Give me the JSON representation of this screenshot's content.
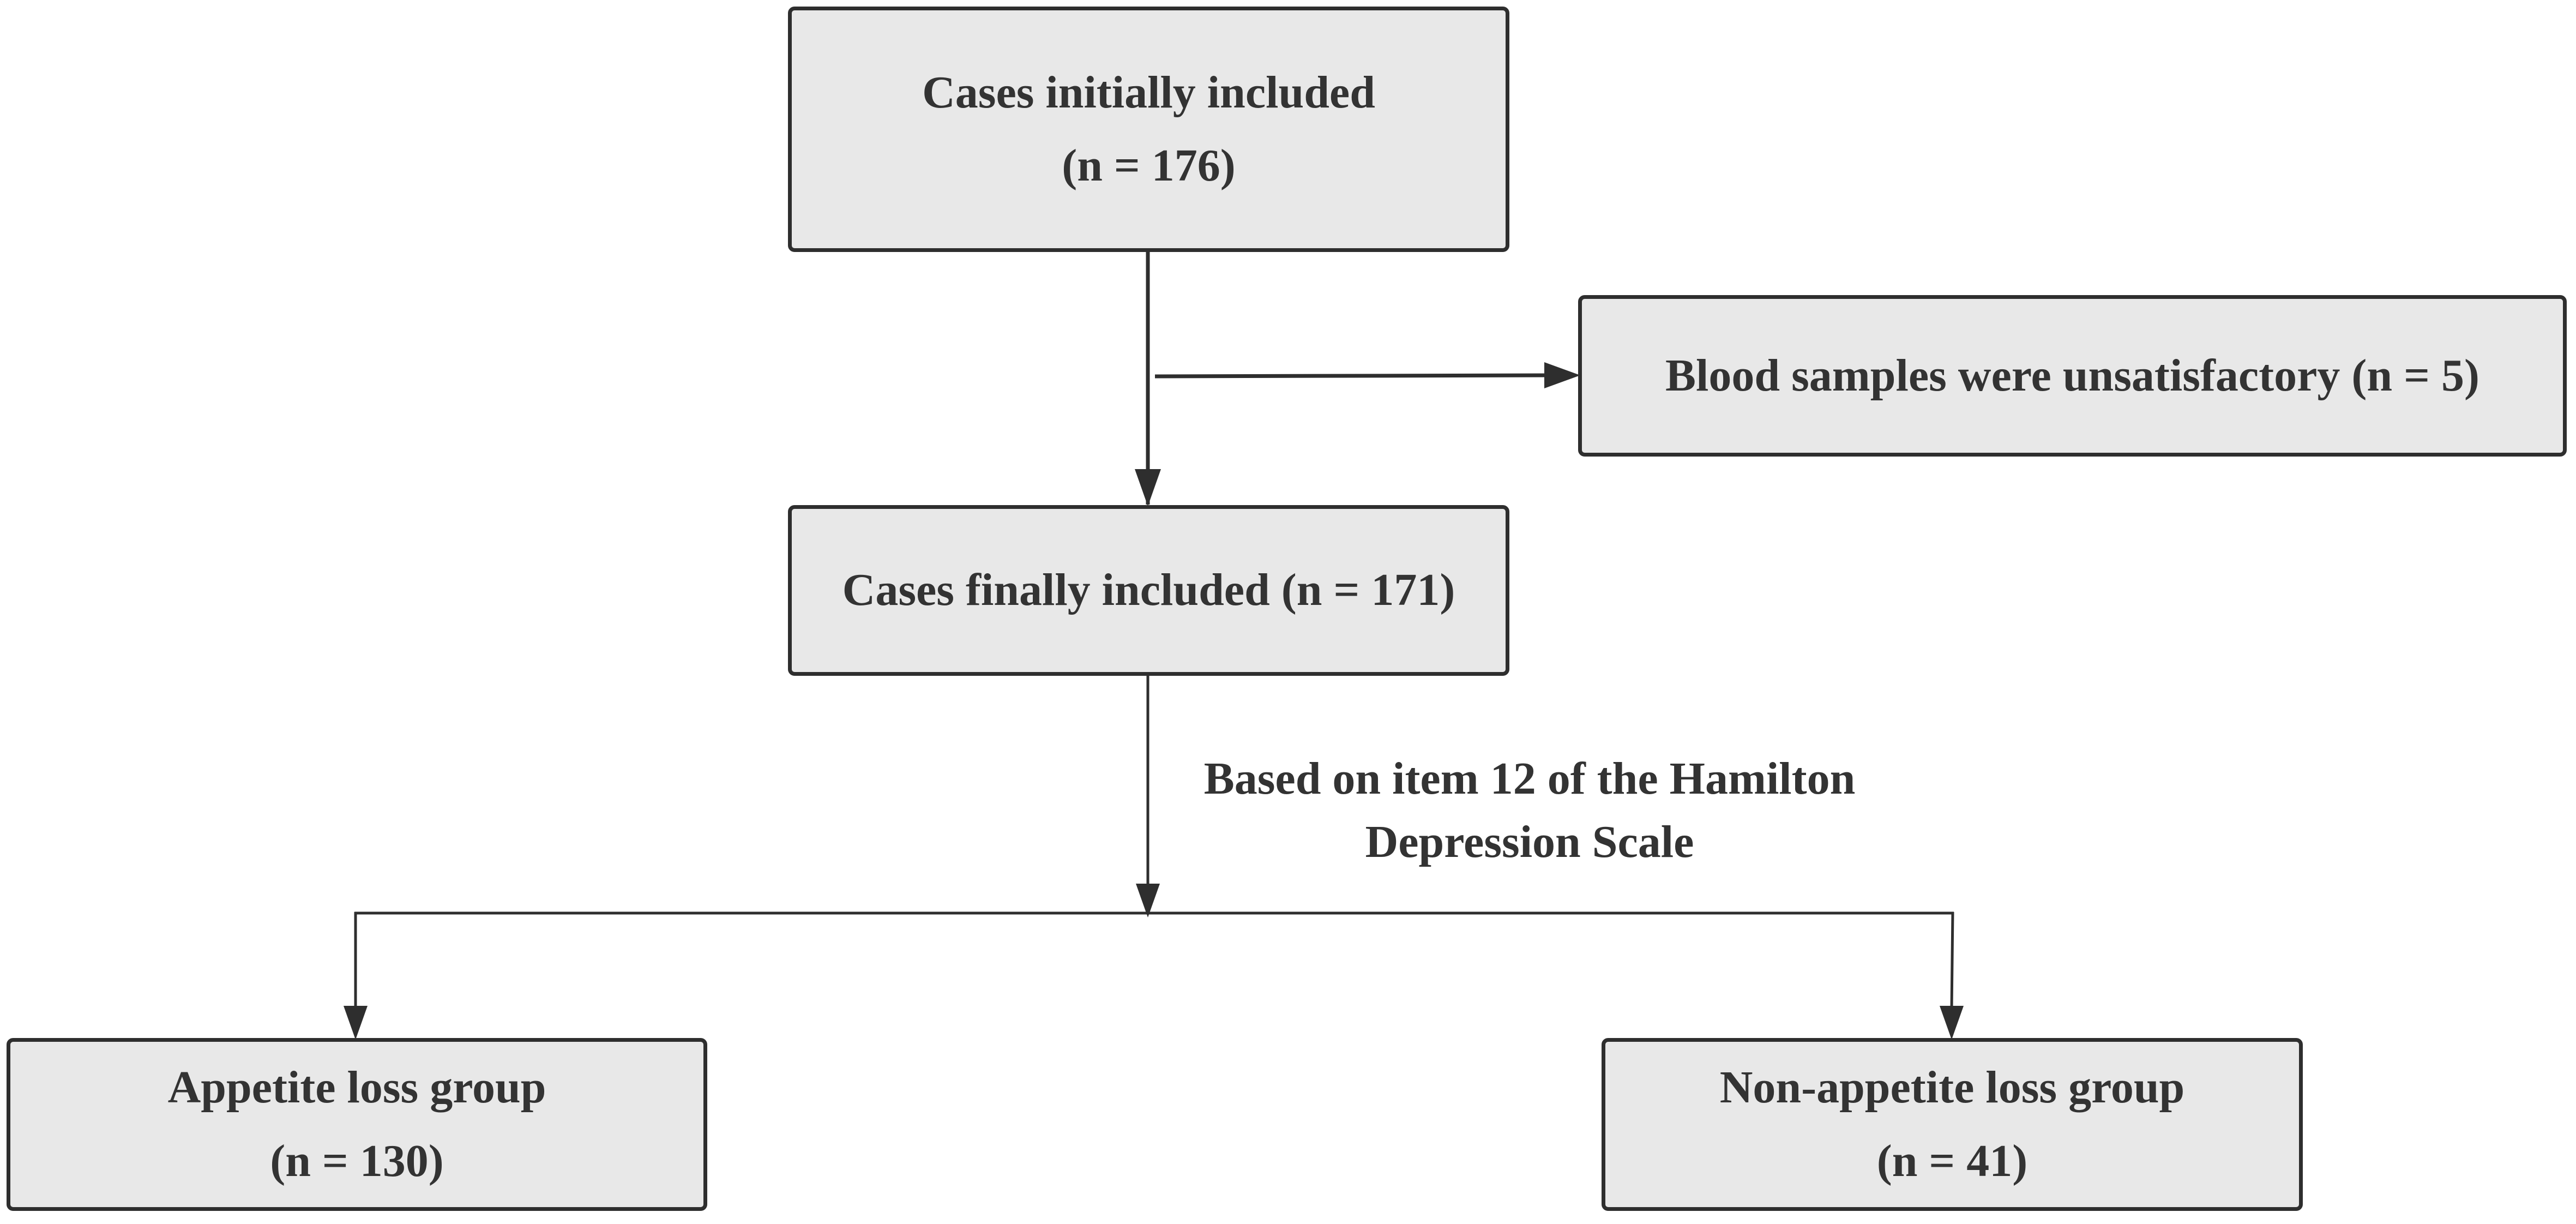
{
  "nodes": {
    "initial": {
      "line1": "Cases initially included",
      "line2": "(n = 176)"
    },
    "excluded": {
      "text": "Blood samples were unsatisfactory (n = 5)"
    },
    "final": {
      "text": "Cases finally included (n = 171)"
    },
    "appetite_loss": {
      "line1": "Appetite loss group",
      "line2": "(n = 130)"
    },
    "non_appetite_loss": {
      "line1": "Non-appetite loss group",
      "line2": "(n = 41)"
    }
  },
  "split_label": {
    "line1": "Based on item 12 of the Hamilton",
    "line2": "Depression Scale"
  },
  "colors": {
    "box_fill": "#e8e8e8",
    "box_stroke": "#2e2e2e",
    "text": "#333333",
    "line": "#2e2e2e"
  }
}
